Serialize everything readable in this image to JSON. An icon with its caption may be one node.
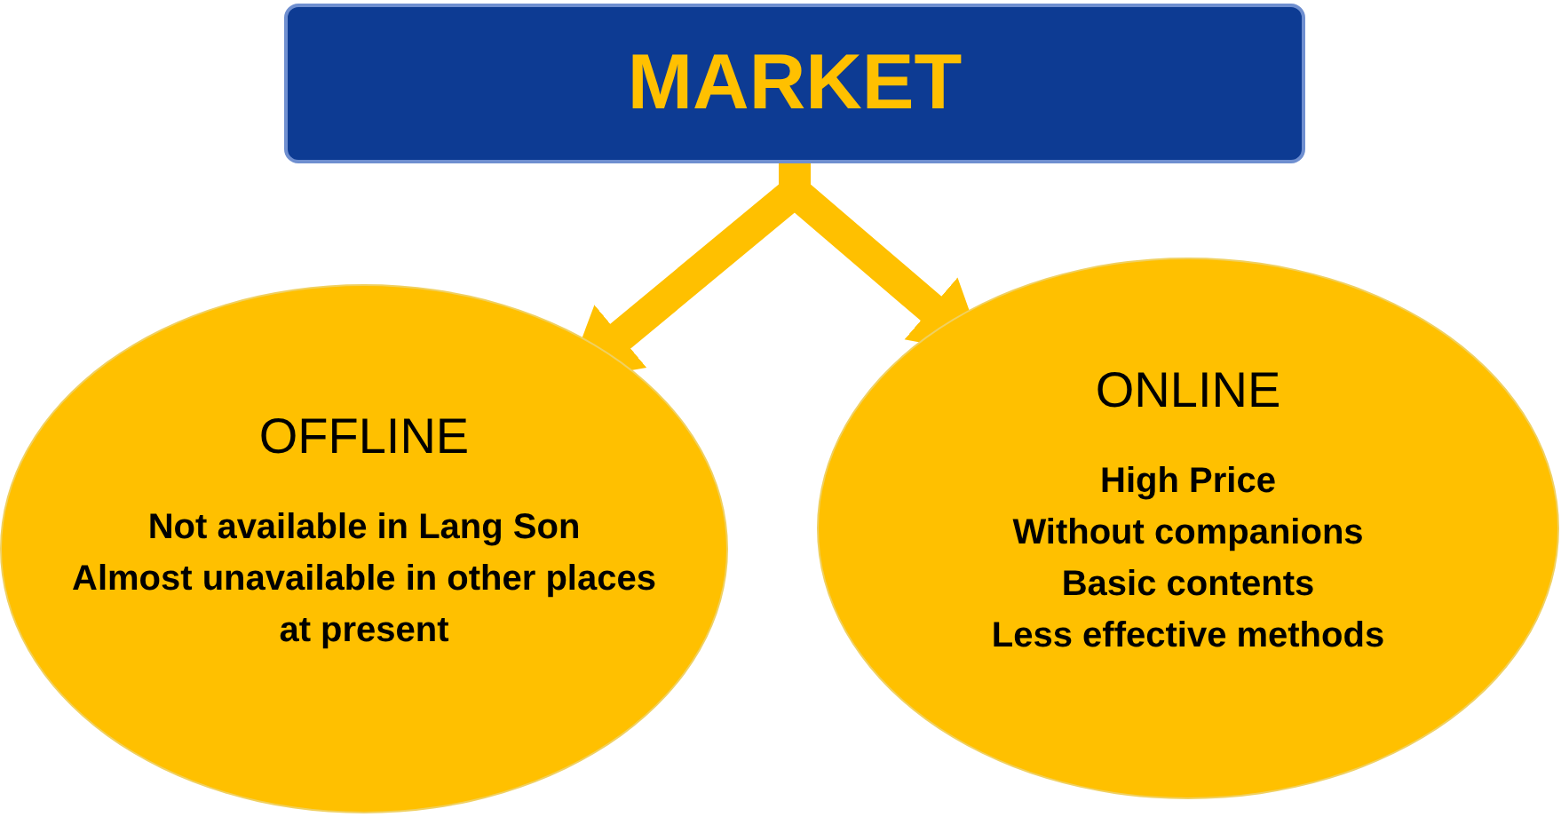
{
  "diagram": {
    "nodes": [
      {
        "text": [
          "MARKET"
        ]
      },
      {
        "text": [
          "OFFLINE",
          "Not available in Lang Son",
          "Almost unavailable in other places at present"
        ]
      },
      {
        "text": [
          "ONLINE",
          "High Price",
          "Without companions",
          "Basic contents",
          "Less effective methods"
        ]
      }
    ],
    "edges": [
      {
        "from": 0,
        "to": 1,
        "arrow": "to"
      },
      {
        "from": 0,
        "to": 2,
        "arrow": "to"
      }
    ]
  }
}
